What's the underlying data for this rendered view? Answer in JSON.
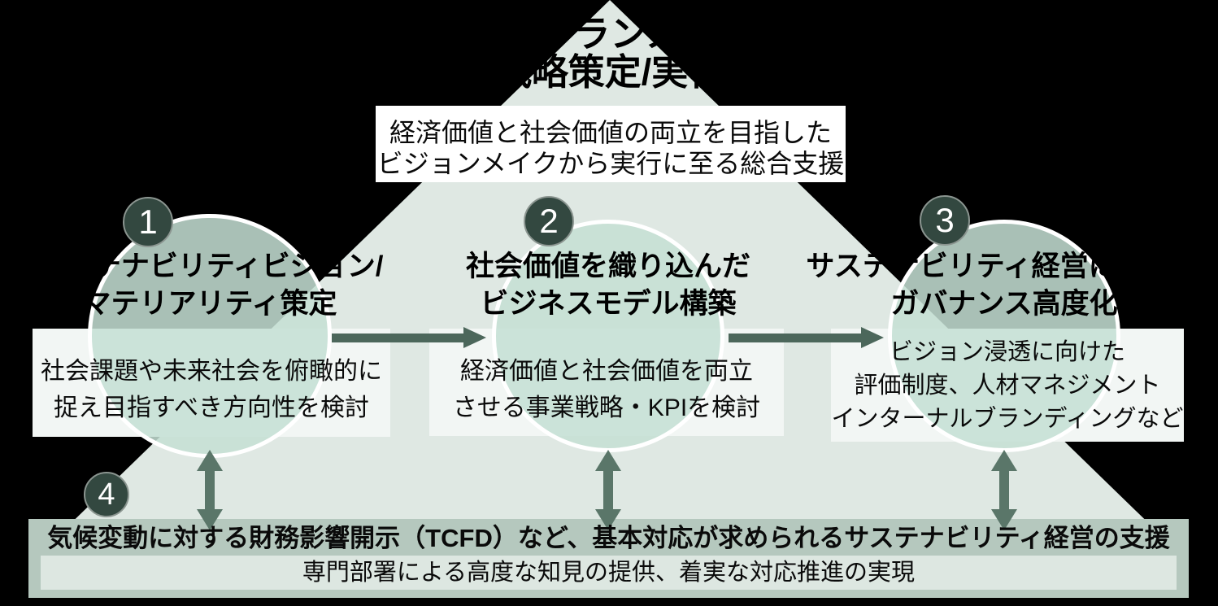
{
  "top_title": {
    "line1": "トランス",
    "line2": "戦略策定/実行"
  },
  "top_box": {
    "line1": "経済価値と社会価値の両立を目指した",
    "line2": "ビジョンメイクから実行に至る総合支援"
  },
  "steps": [
    {
      "number": "1",
      "title_line1": "サステナビリティビジョン/",
      "title_line2": "マテリアリティ策定",
      "desc_line1": "社会課題や未来社会を俯瞰的に",
      "desc_line2": "捉え目指すべき方向性を検討"
    },
    {
      "number": "2",
      "title_line1": "社会価値を織り込んだ",
      "title_line2": "ビジネスモデル構築",
      "desc_line1": "経済価値と社会価値を両立",
      "desc_line2": "させる事業戦略・KPIを検討"
    },
    {
      "number": "3",
      "title_line1": "サステナビリティ経営に向けた",
      "title_line2": "ガバナンス高度化",
      "desc_line1": "ビジョン浸透に向けた",
      "desc_line2": "評価制度、人材マネジメント",
      "desc_line3": "インターナルブランディングなど"
    }
  ],
  "bottom": {
    "number": "4",
    "bar_main": "気候変動に対する財務影響開示（TCFD）など、基本対応が求められるサステナビリティ経営の支援",
    "bar_sub": "専門部署による高度な知見の提供、着実な対応推進の実現"
  },
  "colors": {
    "background": "#000000",
    "triangle": "#dfe8e3",
    "circle_fill": "#a9c0b6",
    "circle_border": "#ffffff",
    "box_fill": "#f2f6f4",
    "top_box_fill": "#ffffff",
    "bar_fill": "#b5c8be",
    "bar_inner_fill": "#dde7e1",
    "h_arrow": "#4c675b",
    "v_arrow": "#5a7669",
    "badge_fill": "#334840",
    "badge_ring": "#8b9590",
    "text": "#000000"
  }
}
